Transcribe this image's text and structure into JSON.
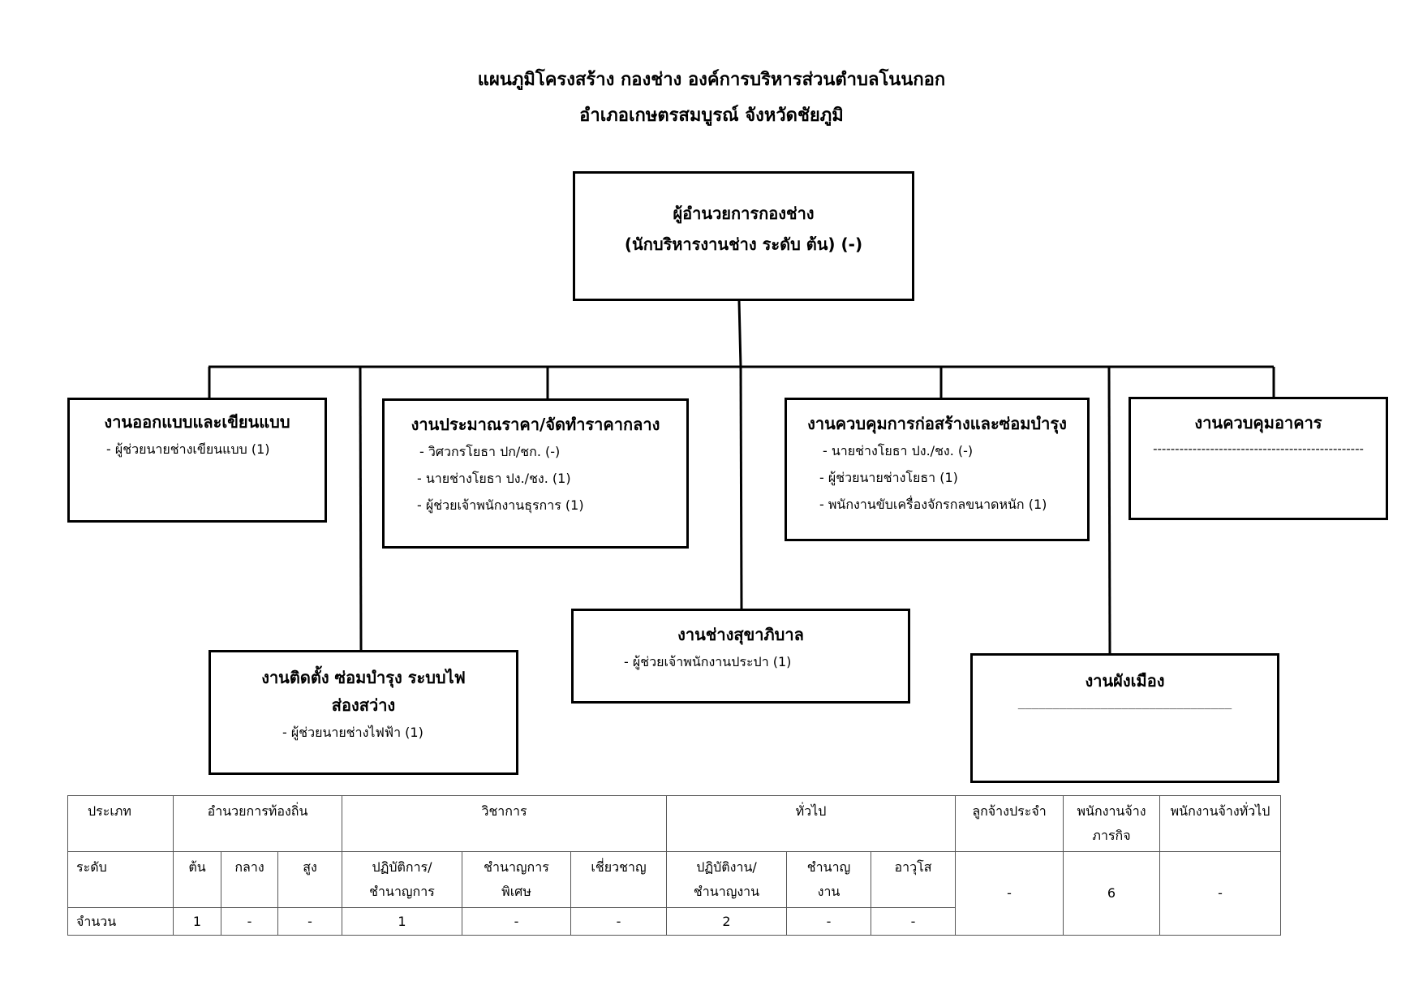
{
  "title": {
    "line1": "แผนภูมิโครงสร้าง กองช่าง องค์การบริหารส่วนตำบลโนนกอก",
    "line2": "อำเภอเกษตรสมบูรณ์ จังหวัดชัยภูมิ"
  },
  "director": {
    "title": "ผู้อำนวยการกองช่าง",
    "subtitle": "(นักบริหารงานช่าง ระดับ ต้น) (-)"
  },
  "units": {
    "design": {
      "title": "งานออกแบบและเขียนแบบ",
      "items": [
        "- ผู้ช่วยนายช่างเขียนแบบ (1)"
      ]
    },
    "pricing": {
      "title": "งานประมาณราคา/จัดทำราคากลาง",
      "items": [
        "- วิศวกรโยธา  ปก/ชก.  (-)",
        "- นายช่างโยธา ปง./ชง. (1)",
        "- ผู้ช่วยเจ้าพนักงานธุรการ (1)"
      ]
    },
    "construction": {
      "title": "งานควบคุมการก่อสร้างและซ่อมบำรุง",
      "items": [
        "- นายช่างโยธา ปง./ชง. (-)",
        "- ผู้ช่วยนายช่างโยธา (1)",
        "- พนักงานขับเครื่องจักรกลขนาดหนัก (1)"
      ]
    },
    "building": {
      "title": "งานควบคุมอาคาร",
      "items": [
        "------------------------------------------------"
      ]
    },
    "lighting": {
      "title_line1": "งานติดตั้ง ซ่อมบำรุง ระบบไฟ",
      "title_line2": "ส่องสว่าง",
      "items": [
        "- ผู้ช่วยนายช่างไฟฟ้า (1)"
      ]
    },
    "sanitation": {
      "title": "งานช่างสุขาภิบาล",
      "items": [
        "-  ผู้ช่วยเจ้าพนักงานประปา (1)"
      ]
    },
    "cityplan": {
      "title": "งานผังเมือง",
      "items": [
        "_______________________________"
      ]
    }
  },
  "table": {
    "row1": {
      "type": "ประเภท",
      "local_director": "อำนวยการท้องถิ่น",
      "academic": "วิชาการ",
      "general": "ทั่วไป",
      "permanent": "ลูกจ้างประจำ",
      "mission_l1": "พนักงานจ้าง",
      "mission_l2": "ภารกิจ",
      "general_emp": "พนักงานจ้างทั่วไป"
    },
    "row2": {
      "level": "ระดับ",
      "ton": "ต้น",
      "klang": "กลาง",
      "sung": "สูง",
      "ac1_l1": "ปฏิบัติการ/",
      "ac1_l2": "ชำนาญการ",
      "ac2_l1": "ชำนาญการ",
      "ac2_l2": "พิเศษ",
      "ac3": "เชี่ยวชาญ",
      "g1_l1": "ปฏิบัติงาน/",
      "g1_l2": "ชำนาญงาน",
      "g2_l1": "ชำนาญ",
      "g2_l2": "งาน",
      "g3": "อาวุโส",
      "permanent_val": "-",
      "mission_val": "6",
      "general_emp_val": "-"
    },
    "row3": {
      "count": "จำนวน",
      "ton": "1",
      "klang": "-",
      "sung": "-",
      "ac1": "1",
      "ac2": "-",
      "ac3": "-",
      "g1": "2",
      "g2": "-",
      "g3": "-"
    }
  }
}
